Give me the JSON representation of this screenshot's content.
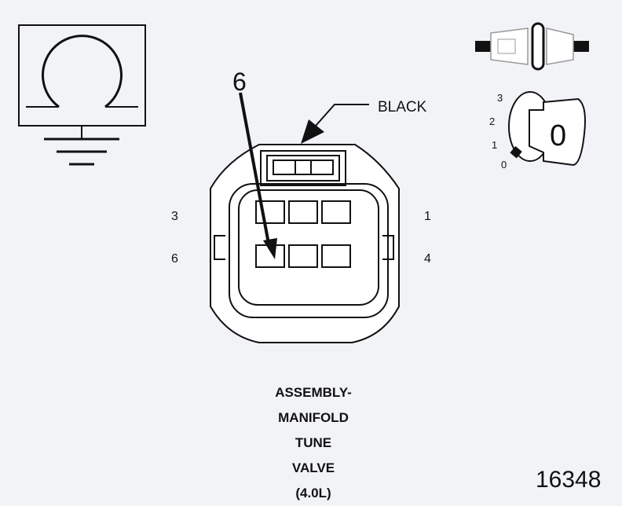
{
  "callout": {
    "pin_label": "6",
    "wire_color": "BLACK"
  },
  "pins": {
    "top_left": "3",
    "bottom_left": "6",
    "top_right": "1",
    "bottom_right": "4"
  },
  "caption": [
    "ASSEMBLY-",
    "MANIFOLD",
    "TUNE",
    "VALVE",
    "(4.0L)"
  ],
  "figure_number": "16348",
  "ignition_key": {
    "positions": [
      "3",
      "2",
      "1",
      "0"
    ],
    "current": "0"
  },
  "icons": {
    "ground": "ground-symbol-icon",
    "connector": "connector-disconnected-icon",
    "key": "ignition-key-icon"
  }
}
